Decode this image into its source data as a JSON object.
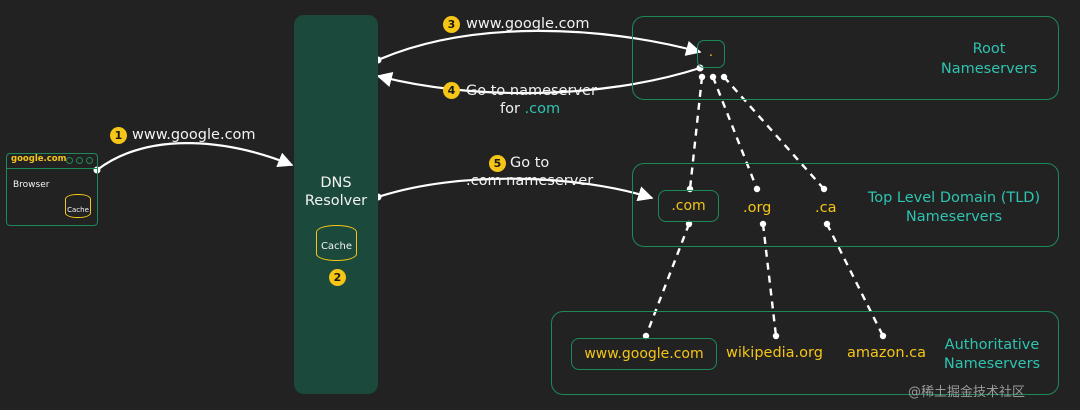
{
  "browser": {
    "url": "google.com",
    "label": "Browser",
    "cache": "Cache"
  },
  "resolver": {
    "title_line1": "DNS",
    "title_line2": "Resolver",
    "cache": "Cache",
    "cache_step": "2"
  },
  "root": {
    "line1": "Root",
    "line2": "Nameservers",
    "node": "."
  },
  "tld": {
    "line1": "Top Level Domain (TLD)",
    "line2": "Nameservers",
    "nodes": [
      ".com",
      ".org",
      ".ca"
    ]
  },
  "authoritative": {
    "line1": "Authoritative",
    "line2": "Nameservers",
    "nodes": [
      "www.google.com",
      "wikipedia.org",
      "amazon.ca"
    ]
  },
  "steps": [
    {
      "num": "1",
      "text": "www.google.com"
    },
    {
      "num": "3",
      "text": "www.google.com"
    },
    {
      "num": "4",
      "line1": "Go to nameserver",
      "line2_prefix": "for ",
      "line2_highlight": ".com"
    },
    {
      "num": "5",
      "line1": "Go to",
      "line2": ".com nameserver"
    }
  ],
  "watermark": "@稀土掘金技术社区",
  "colors": {
    "background": "#222222",
    "green_border": "#1e8a5a",
    "resolver_fill": "#1b4a3c",
    "teal_text": "#2ec4b0",
    "yellow": "#f5c518"
  }
}
